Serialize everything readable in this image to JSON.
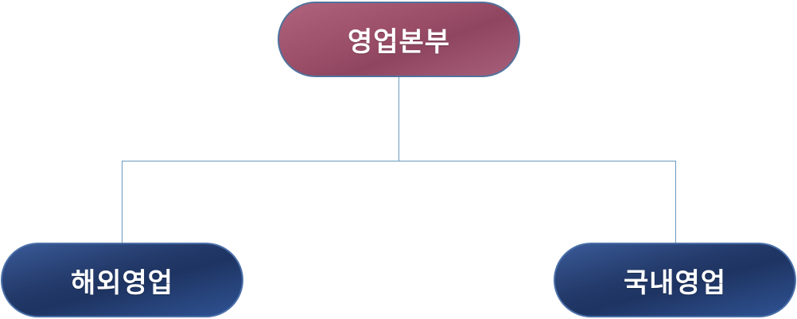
{
  "diagram": {
    "type": "org-chart",
    "root": {
      "label": "영업본부",
      "color": "#9a4d67"
    },
    "children": [
      {
        "label": "해외영업",
        "color": "#233a6a"
      },
      {
        "label": "국내영업",
        "color": "#233a6a"
      }
    ],
    "connector_color": "#6a9bbf",
    "border_color": "#4a6fa0"
  }
}
